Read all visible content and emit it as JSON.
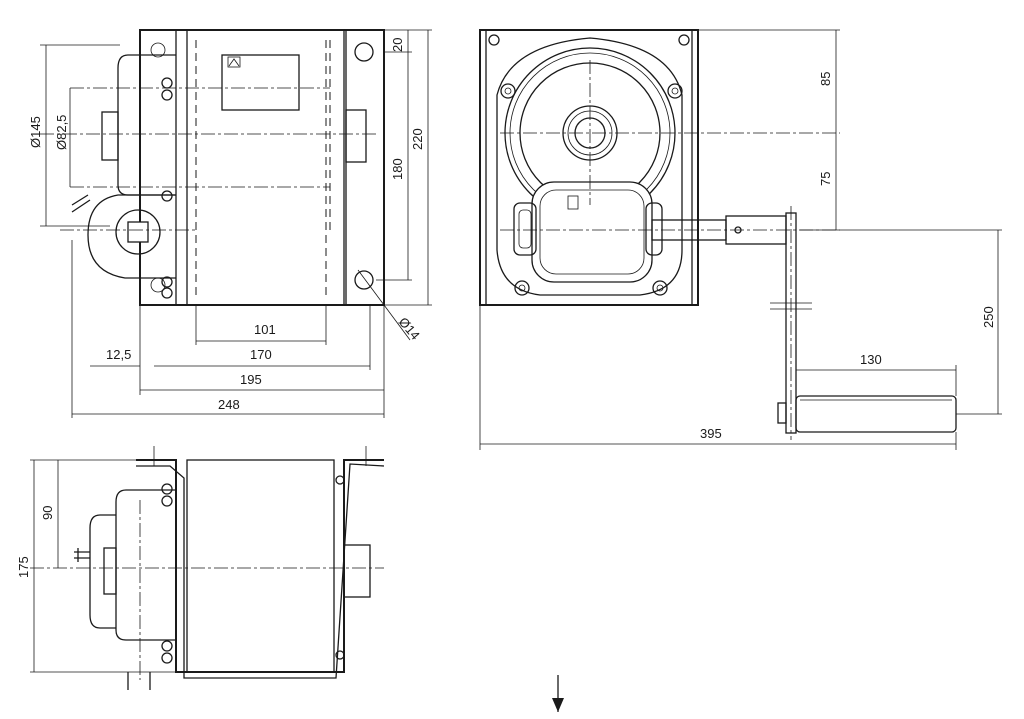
{
  "dimensions": {
    "front_view": {
      "d145": "Ø145",
      "d82_5": "Ø82,5",
      "top_20": "20",
      "h180": "180",
      "h220": "220",
      "w101": "101",
      "w12_5": "12,5",
      "w170": "170",
      "w195": "195",
      "w248": "248",
      "hole_d14": "Ø14"
    },
    "side_view": {
      "h85": "85",
      "h75": "75",
      "h250": "250",
      "w130": "130",
      "w395": "395"
    },
    "top_view": {
      "h90": "90",
      "h175": "175"
    }
  },
  "colors": {
    "line": "#1a1a1a",
    "background": "#ffffff"
  },
  "icons": [
    "view-direction-arrow-icon",
    "label-plate-icon"
  ]
}
